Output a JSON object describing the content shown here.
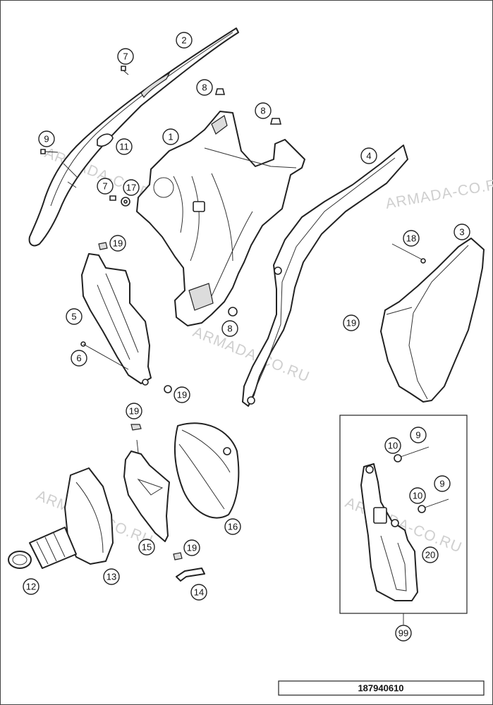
{
  "diagram": {
    "document_number": "187940610",
    "watermark": "ARMADA-CO.RU",
    "callouts": {
      "c2": "2",
      "c7a": "7",
      "c8a": "8",
      "c8b": "8",
      "c1": "1",
      "c9a": "9",
      "c11": "11",
      "c7b": "7",
      "c17": "17",
      "c4": "4",
      "c18": "18",
      "c3": "3",
      "c19a": "19",
      "c5": "5",
      "c6": "6",
      "c19b": "19",
      "c8c": "8",
      "c19c": "19",
      "c19d": "19",
      "c16": "16",
      "c15": "15",
      "c19e": "19",
      "c14": "14",
      "c12": "12",
      "c13": "13",
      "c10a": "10",
      "c9b": "9",
      "c10b": "10",
      "c9c": "9",
      "c20": "20",
      "c99": "99"
    }
  }
}
